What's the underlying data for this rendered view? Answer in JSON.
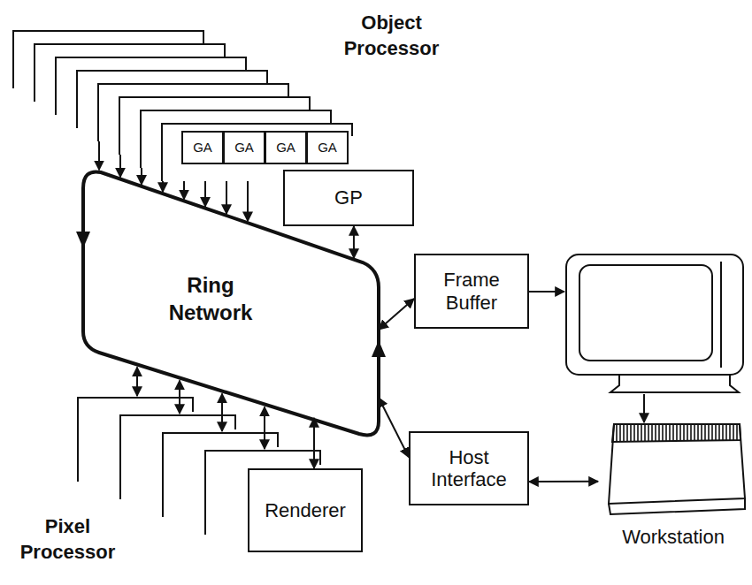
{
  "diagram": {
    "nodes": [
      {
        "text": [
          "GA"
        ]
      },
      {
        "text": [
          "GA"
        ]
      },
      {
        "text": [
          "GA"
        ]
      },
      {
        "text": [
          "GA"
        ]
      },
      {
        "text": [
          "GP"
        ]
      },
      {
        "text": [
          "Ring Network"
        ]
      },
      {
        "text": [
          "Frame Buffer"
        ]
      },
      {
        "text": [
          "Host Interface"
        ]
      },
      {
        "text": [
          "Workstation"
        ]
      },
      {
        "text": [
          "Renderer"
        ]
      }
    ],
    "edges": [
      {
        "from": 4,
        "to": 5,
        "arrow": "both"
      },
      {
        "from": 5,
        "to": 6,
        "arrow": "both"
      },
      {
        "from": 5,
        "to": 7,
        "arrow": "both"
      },
      {
        "from": 7,
        "to": 8,
        "arrow": "both"
      },
      {
        "from": 9,
        "to": 5,
        "arrow": "both"
      }
    ],
    "labels": [
      "Object Processor",
      "Pixel Processor"
    ]
  }
}
